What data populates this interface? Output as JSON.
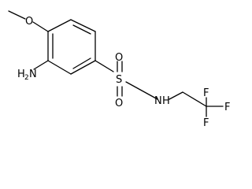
{
  "structure": {
    "atoms": {
      "methoxy_oxygen": "O",
      "amino_n": "N",
      "amino_h": "H",
      "amino_h_count": "2",
      "sulfonyl_s": "S",
      "sulfonyl_o_top": "O",
      "sulfonyl_o_bottom": "O",
      "amide_n": "N",
      "amide_h": "H",
      "fluorine_top": "F",
      "fluorine_right": "F",
      "fluorine_bottom": "F"
    }
  }
}
